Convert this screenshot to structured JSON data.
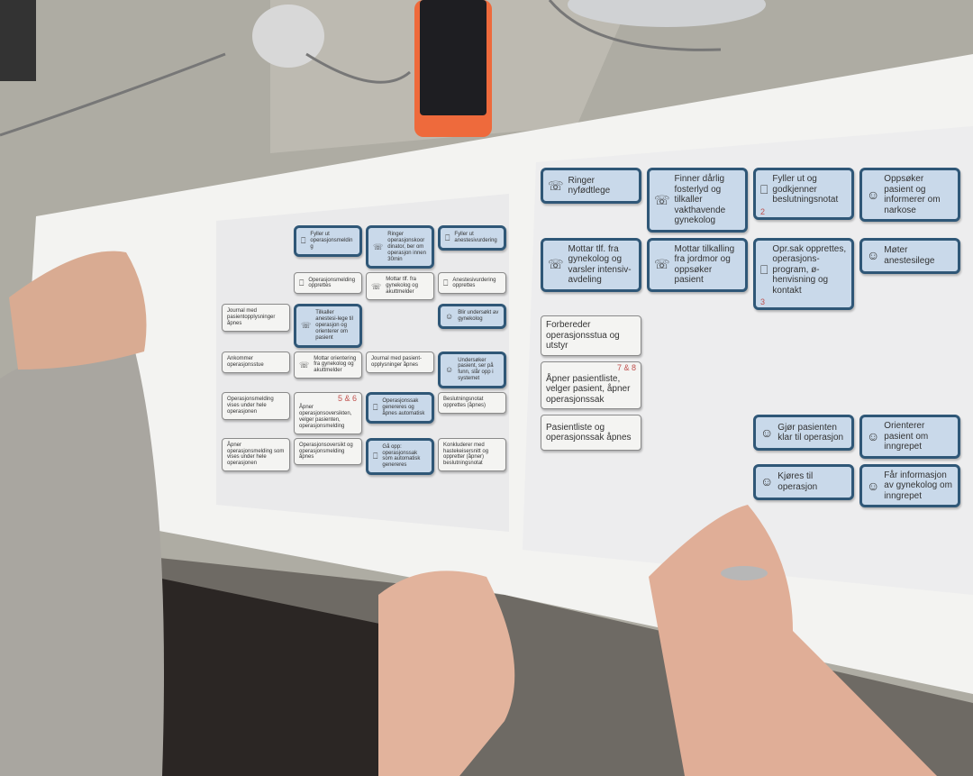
{
  "right_sheet": {
    "cards": [
      {
        "text": "Ringer nyfødtlege",
        "icon": "phone-chat-icon",
        "style": "blue"
      },
      {
        "text": "Finner dårlig fosterlyd og tilkaller vakthavende gynekolog",
        "icon": "phone-chat-icon",
        "style": "blue"
      },
      {
        "text": "Fyller ut og godkjenner beslutningsnotat",
        "icon": "computer-icon",
        "style": "blue",
        "number": "2"
      },
      {
        "text": "Oppsøker pasient og informerer om narkose",
        "icon": "people-talking-icon",
        "style": "blue"
      },
      {
        "text": "Mottar tlf. fra gynekolog og varsler intensiv-avdeling",
        "icon": "phone-chat-icon",
        "style": "blue"
      },
      {
        "text": "Mottar tilkalling fra jordmor og oppsøker pasient",
        "icon": "phone-chat-icon",
        "style": "blue"
      },
      {
        "text": "Opr.sak opprettes, operasjons-program, ø-henvisning og kontakt",
        "icon": "computer-icon",
        "style": "blue",
        "number": "3"
      },
      {
        "text": "Møter anestesilege",
        "icon": "people-talking-icon",
        "style": "blue"
      },
      {
        "text": "Forbereder operasjonsstua og utstyr",
        "style": "white"
      },
      {
        "text": "Åpner pasientliste, velger pasient, åpner operasjonssak",
        "style": "white",
        "tag": "7 & 8"
      },
      {
        "text": "Pasientliste og operasjonssak åpnes",
        "style": "white"
      },
      {
        "text": "Gjør pasienten klar til operasjon",
        "icon": "people-talking-icon",
        "style": "blue"
      },
      {
        "text": "Orienterer pasient om inngrepet",
        "icon": "people-talking-icon",
        "style": "blue"
      },
      {
        "text": "Kjøres til operasjon",
        "icon": "people-talking-icon",
        "style": "blue"
      },
      {
        "text": "Får informasjon av gynekolog om inngrepet",
        "icon": "people-talking-icon",
        "style": "blue"
      }
    ]
  },
  "middle_sheet": {
    "cards": [
      {
        "text": "Fyller ut operasjonsmelding",
        "icon": "computer-icon",
        "style": "blue"
      },
      {
        "text": "Ringer operasjonskoordinator, ber om operasjon innen 30min",
        "icon": "phone-chat-icon",
        "style": "blue"
      },
      {
        "text": "Fyller ut anestesivurdering",
        "icon": "computer-icon",
        "style": "blue"
      },
      {
        "text": "Operasjonsmelding opprettes",
        "icon": "computer-icon",
        "style": "white"
      },
      {
        "text": "Mottar tlf. fra gynekolog og akuttmelder",
        "icon": "phone-chat-icon",
        "style": "white"
      },
      {
        "text": "Anestesivurdering opprettes",
        "icon": "computer-icon",
        "style": "white"
      },
      {
        "text": "Journal med pasientopplysninger åpnes",
        "style": "white"
      },
      {
        "text": "Tilkaller anestesi-lege til operasjon og orienterer om pasient",
        "icon": "phone-chat-icon",
        "style": "blue"
      },
      {
        "text": "Ankommer operasjonsstue",
        "style": "white"
      },
      {
        "text": "Mottar orientering fra gynekolog og akuttmelder",
        "icon": "phone-chat-icon",
        "style": "white"
      },
      {
        "text": "Undersøker pasient, ser på funn, slår opp i systemet",
        "icon": "people-talking-icon",
        "style": "blue"
      },
      {
        "text": "Operasjonsmelding vises under hele operasjonen",
        "style": "white"
      },
      {
        "text": "Åpner operasjonsoversikten, velger pasienten, operasjonsmelding",
        "style": "white",
        "tag": "5 & 6"
      },
      {
        "text": "Operasjonssak genereres og åpnes automatisk",
        "icon": "computer-icon",
        "style": "blue"
      },
      {
        "text": "Beslutningsnotat opprettes (åpnes)",
        "style": "white"
      },
      {
        "text": "Blir undersøkt av gynekolog",
        "icon": "people-talking-icon",
        "style": "blue"
      },
      {
        "text": "Åpner operasjonsmelding som vises under hele operasjonen",
        "style": "white"
      },
      {
        "text": "Operasjonsoversikt og operasjonsmelding åpnes",
        "style": "white"
      },
      {
        "text": "Gå opp: operasjonssak som automatisk genereres",
        "icon": "computer-icon",
        "style": "blue"
      },
      {
        "text": "Konkluderer med hastekeisersnitt og oppretter (åpner) beslutningsnotat",
        "style": "white"
      },
      {
        "text": "Journal med pasient-opplysninger åpnes",
        "style": "white"
      }
    ]
  },
  "colors": {
    "card_blue": "#c9d9ea",
    "card_border": "#2f5777",
    "desk": "#a9a79e",
    "paper": "#f2f2f0"
  }
}
